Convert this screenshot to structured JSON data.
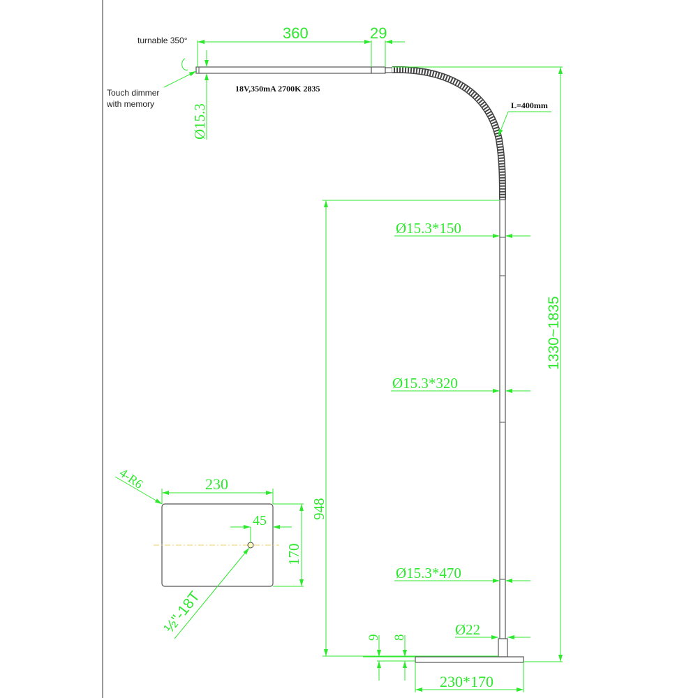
{
  "colors": {
    "dimension": "#2ee82e",
    "outline": "#555555",
    "centerline": "#f0d070"
  },
  "annotations": {
    "turnable": "turnable 350°",
    "touch_dimmer_line1": "Touch dimmer",
    "touch_dimmer_line2": "with memory",
    "spec": "18V,350mA 2700K  2835",
    "gooseneck_length": "L=400mm"
  },
  "dimensions": {
    "head_length": "360",
    "joint_length": "29",
    "head_diameter": "Ø15.3",
    "total_height": "1330~1835",
    "pole_height": "948",
    "pole_top": "Ø15.3*150",
    "pole_middle": "Ø15.3*320",
    "pole_bottom": "Ø15.3*470",
    "collar": "Ø22",
    "base_thickness_a": "9",
    "base_thickness_b": "8",
    "base_size": "230*170",
    "base_width": "230",
    "base_depth": "170",
    "hole_offset": "45",
    "corner_radius": "4-R6",
    "thread": "½\"-18T"
  }
}
